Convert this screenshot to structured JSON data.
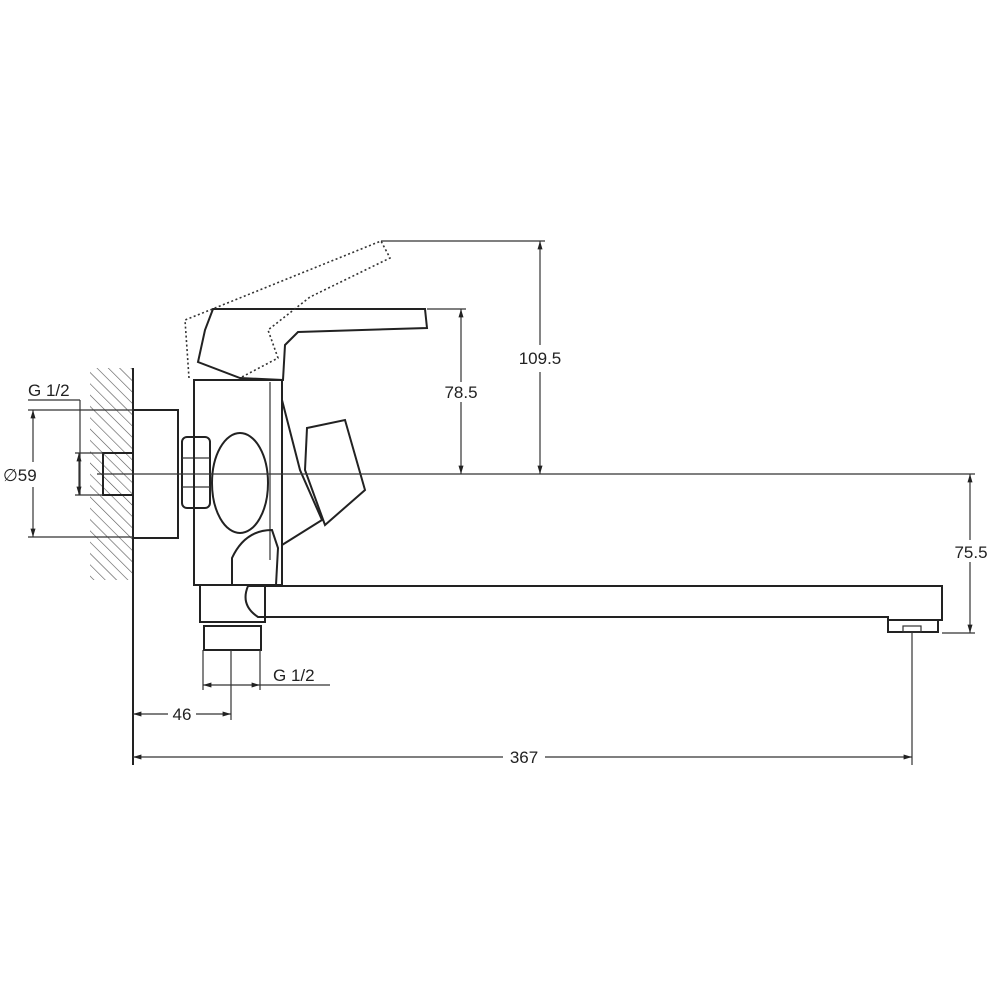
{
  "drawing": {
    "dimensions": {
      "lever_height_raised": "109.5",
      "lever_height": "78.5",
      "spout_height": "75.5",
      "spout_reach": "367",
      "outlet_offset": "46",
      "inlet_thread": "G 1/2",
      "outlet_thread": "G 1/2",
      "flange_diameter": "∅59"
    },
    "colors": {
      "line": "#222222",
      "background": "#ffffff"
    }
  }
}
